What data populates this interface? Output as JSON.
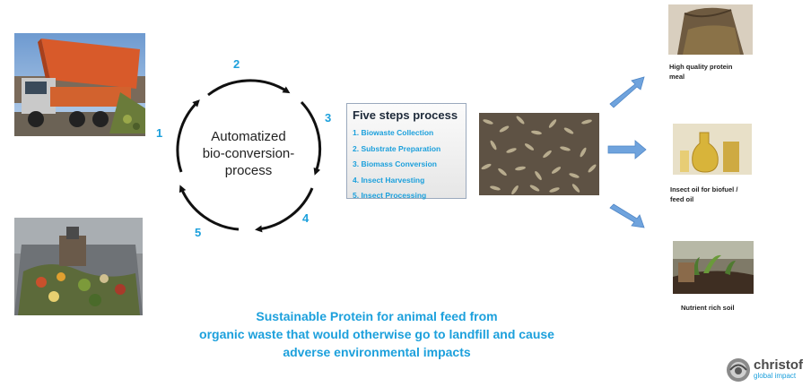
{
  "cycle": {
    "center_text_1": "Automatized",
    "center_text_2": "bio-conversion-",
    "center_text_3": "process",
    "steps": [
      "1",
      "2",
      "3",
      "4",
      "5"
    ]
  },
  "process_box": {
    "title": "Five steps process",
    "steps": [
      "1. Biowaste Collection",
      "2. Substrate Preparation",
      "3. Biomass Conversion",
      "4. Insect Harvesting",
      "5. Insect Processing"
    ]
  },
  "products": {
    "protein_line1": "High quality protein",
    "protein_line2": "meal",
    "oil_line1": "Insect oil for biofuel /",
    "oil_line2": "feed oil",
    "soil": "Nutrient rich soil"
  },
  "tagline": {
    "line1": "Sustainable Protein for animal feed from",
    "line2": "organic waste that would otherwise go to landfill and cause",
    "line3": "adverse environmental impacts"
  },
  "brand": {
    "name": "christof",
    "sub": "global impact"
  },
  "colors": {
    "accent": "#1ca0dc",
    "arrow_blue": "#6fa3dd",
    "box_border": "#9aa9bd"
  }
}
